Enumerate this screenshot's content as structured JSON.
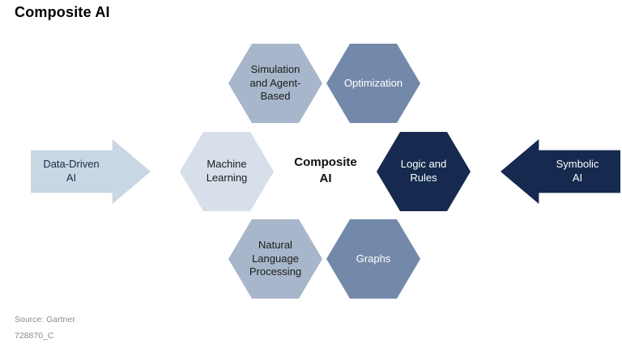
{
  "title": "Composite AI",
  "center_label": "Composite AI",
  "hexagons": [
    {
      "id": "simulation",
      "label": "Simulation and Agent-Based",
      "color": "#a7b6ca",
      "text_color": "#1c1c1c"
    },
    {
      "id": "optimization",
      "label": "Optimization",
      "color": "#7389aa",
      "text_color": "#ffffff"
    },
    {
      "id": "machine-learning",
      "label": "Machine Learning",
      "color": "#d6dfea",
      "text_color": "#1c1c1c"
    },
    {
      "id": "logic-rules",
      "label": "Logic and Rules",
      "color": "#152a4e",
      "text_color": "#ffffff"
    },
    {
      "id": "nlp",
      "label": "Natural Language Processing",
      "color": "#a7b6ca",
      "text_color": "#1c1c1c"
    },
    {
      "id": "graphs",
      "label": "Graphs",
      "color": "#7389aa",
      "text_color": "#ffffff"
    }
  ],
  "arrows": {
    "left": {
      "label": "Data-Driven AI",
      "direction": "right",
      "color": "#c9d6e4",
      "text_color": "#1b2a4a"
    },
    "right": {
      "label": "Symbolic AI",
      "direction": "left",
      "color": "#152a4e",
      "text_color": "#ffffff"
    }
  },
  "footer": {
    "source": "Source: Gartner",
    "doc_id": "728870_C"
  }
}
